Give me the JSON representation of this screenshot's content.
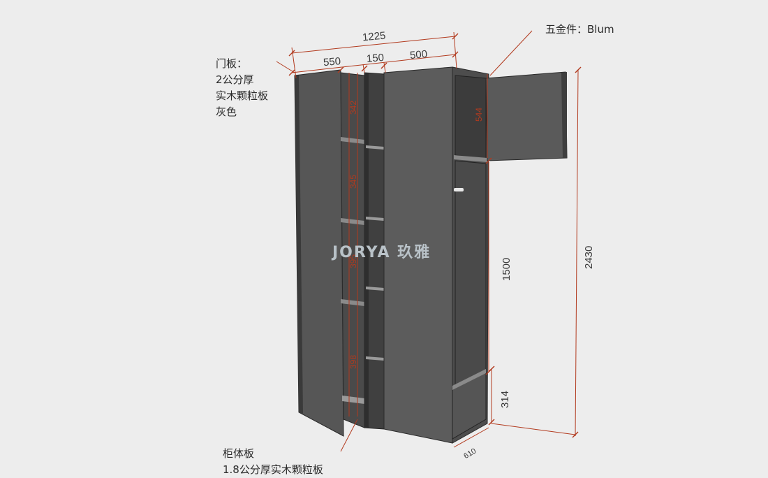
{
  "notes": {
    "door_panel": [
      "门板：",
      "2公分厚",
      "实木颗粒板",
      "灰色"
    ],
    "hardware": "五金件：Blum",
    "carcass": [
      "柜体板",
      "1.8公分厚实木颗粒板"
    ]
  },
  "dimensions": {
    "overall_width": "1225",
    "left_width": "550",
    "middle_width": "150",
    "right_width": "500",
    "total_height": "2430",
    "hanging_height": "1500",
    "bottom_drawer": "314",
    "depth": "610",
    "top_cabinet": "544",
    "shelf_1": "342",
    "shelf_2": "345",
    "shelf_3": "395",
    "shelf_4": "398"
  },
  "watermark": "JORYA 玖雅",
  "colors": {
    "background": "#ededed",
    "panel": "#5a5a5a",
    "panel_dark": "#3e3e3e",
    "dimension_line": "#b23a1e"
  }
}
